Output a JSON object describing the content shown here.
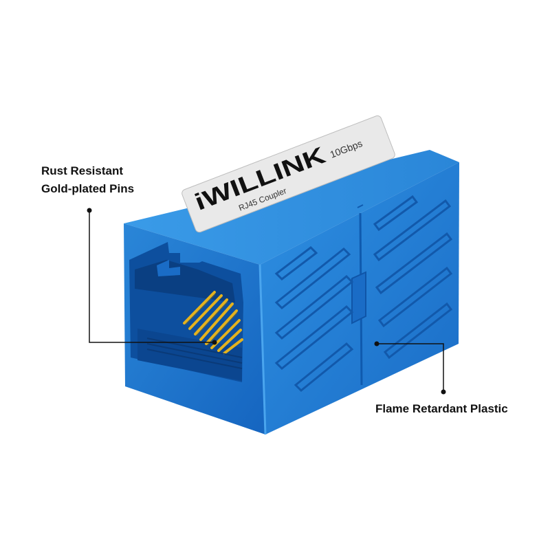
{
  "colors": {
    "background": "#ffffff",
    "plastic_light": "#2f8fe0",
    "plastic_mid": "#1b74cf",
    "plastic_dark": "#0f55a8",
    "gold_pins": "#e3b21e",
    "label_bg": "#e9e9e9",
    "callout_line": "#111111"
  },
  "label": {
    "brand": "iWILLINK",
    "product": "RJ45 Coupler",
    "speed": "10Gbps"
  },
  "callouts": {
    "pins_line1": "Rust Resistant",
    "pins_line2": "Gold-plated Pins",
    "plastic": "Flame Retardant Plastic"
  }
}
